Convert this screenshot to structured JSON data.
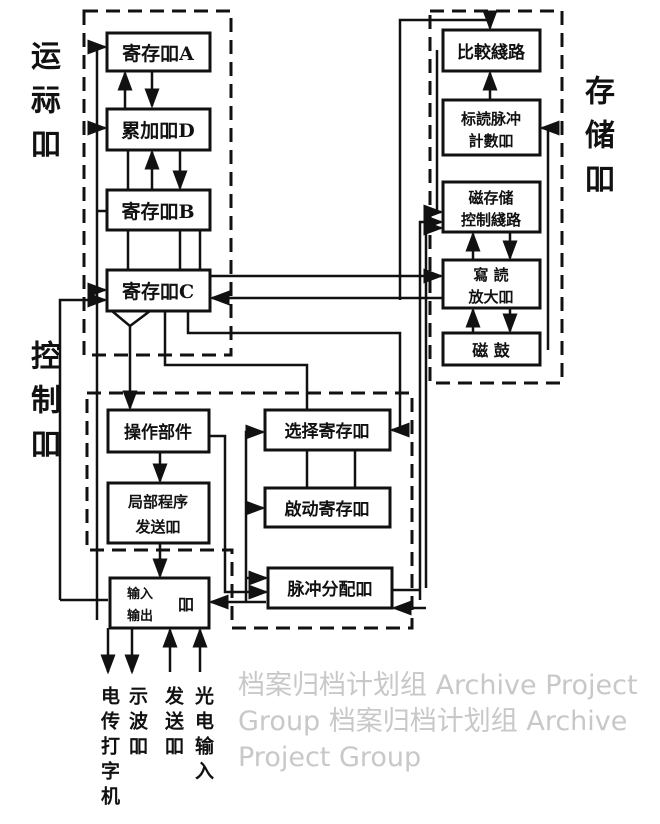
{
  "watermark": "档案归档计划组 Archive Project Group 档案归档计划组 Archive Project Group",
  "groups": {
    "arithmetic": "运祘吅",
    "control": "控制吅",
    "storage": "存储吅"
  },
  "blocks": {
    "reg_a": "寄存吅A",
    "acc_d": "累加吅D",
    "reg_b": "寄存吅B",
    "reg_c": "寄存吅C",
    "compare": "比較綫路",
    "mark_pulse_1": "标読脉冲",
    "mark_pulse_2": "計數吅",
    "mag_ctrl_1": "磁存储",
    "mag_ctrl_2": "控制綫路",
    "rw_amp_1": "寫  読",
    "rw_amp_2": "放大吅",
    "drum": "磁 鼓",
    "operation": "操作部件",
    "local_prog_1": "局部程序",
    "local_prog_2": "发送吅",
    "select_reg": "选择寄存吅",
    "start_reg": "啟动寄存吅",
    "pulse_dist": "脉冲分配吅",
    "io_1": "输入",
    "io_2": "输出",
    "io_3": "吅"
  },
  "io_devices": [
    "电传打字机",
    "示波吅",
    "发送吅",
    "光电输入"
  ]
}
